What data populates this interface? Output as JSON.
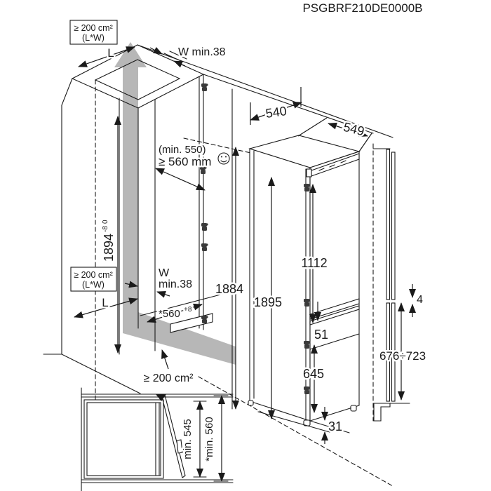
{
  "title": "PSGBRF210DE0000B",
  "main_view": {
    "ventilation_top_label": {
      "area": "≥ 200 cm²",
      "formula": "(L*W)"
    },
    "ventilation_mid_label": {
      "area": "≥ 200 cm²",
      "formula": "(L*W)"
    },
    "ventilation_bottom_area": "≥ 200 cm²",
    "length_label_top": "L",
    "length_label_mid": "L",
    "wall_thickness_top": "W min.38",
    "wall_thickness_mid_line1": "W",
    "wall_thickness_mid_line2": "min.38",
    "niche_depth_min_note": "(min. 550)",
    "niche_depth_recommended": "≥ 560 mm",
    "niche_height_value": "1894",
    "niche_height_tol_upper": "0",
    "niche_height_tol_lower": "-8",
    "niche_depth_alt_value": "*560",
    "niche_depth_alt_tol": "+8",
    "top_clearance_depth": "540",
    "appliance_depth": "549",
    "niche_interior_height": "1884",
    "appliance_height": "1895",
    "upper_door_height": "1112",
    "door_split_gap": "51",
    "lower_door_height": "645",
    "base_clearance": "31"
  },
  "panel_view": {
    "panel_gap": "4",
    "lower_panel_height_range": "676÷723"
  },
  "top_view": {
    "min_clearance_door_open": "min. 545",
    "min_clearance_alt": "*min. 560"
  },
  "icons": {
    "smiley": "smiley-face-icon",
    "hinge": "hinge-icon",
    "airflow": "airflow-arrow-icon"
  },
  "colors": {
    "line": "#1a1a1a",
    "airflow_gray": "#b7b7b7",
    "background": "#ffffff"
  }
}
